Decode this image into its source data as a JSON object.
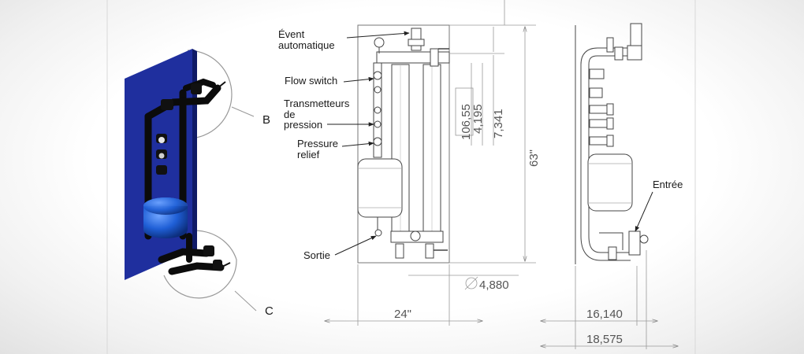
{
  "views": {
    "isometric": {
      "detail_b": "B",
      "detail_c": "C",
      "panel_color": "#1f2f9e",
      "tank_color": "#1f5fd6"
    },
    "front": {
      "callouts": {
        "event_line1": "Évent",
        "event_line2": "automatique",
        "flow_switch": "Flow switch",
        "transmetteurs_line1": "Transmetteurs",
        "transmetteurs_line2": "de",
        "transmetteurs_line3": "pression",
        "pressure_relief_line1": "Pressure",
        "pressure_relief_line2": "relief",
        "sortie": "Sortie"
      },
      "dimensions": {
        "dim_106": "106,55",
        "dim_4195": "4,195",
        "dim_7341": "7,341",
        "height": "63\"",
        "diameter": "4,880",
        "width": "24\""
      }
    },
    "side": {
      "callouts": {
        "entree": "Entrée"
      },
      "dimensions": {
        "depth1": "16,140",
        "depth2": "18,575"
      }
    }
  }
}
